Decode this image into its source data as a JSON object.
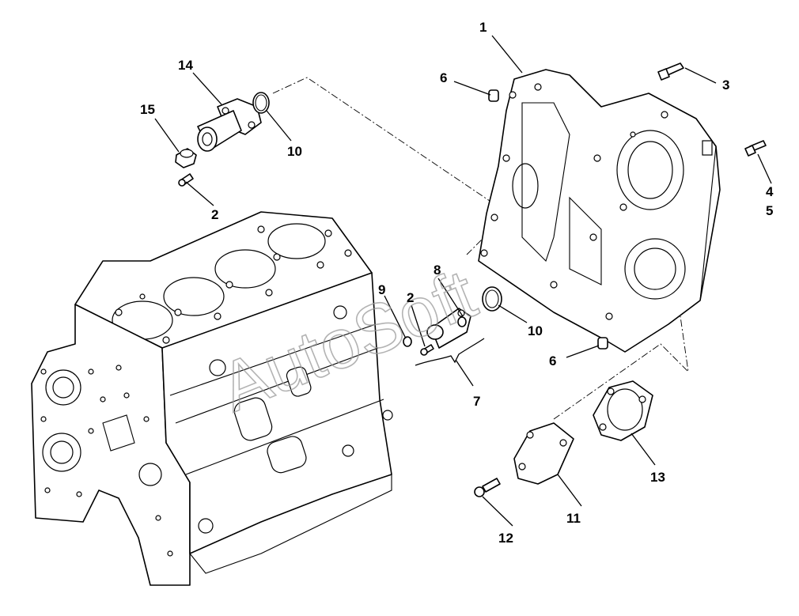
{
  "watermark": "AutoSoft",
  "callouts": [
    {
      "id": "c1",
      "text": "1"
    },
    {
      "id": "c2a",
      "text": "2"
    },
    {
      "id": "c2b",
      "text": "2"
    },
    {
      "id": "c3",
      "text": "3"
    },
    {
      "id": "c4",
      "text": "4"
    },
    {
      "id": "c5",
      "text": "5"
    },
    {
      "id": "c6a",
      "text": "6"
    },
    {
      "id": "c6b",
      "text": "6"
    },
    {
      "id": "c7",
      "text": "7"
    },
    {
      "id": "c8",
      "text": "8"
    },
    {
      "id": "c9",
      "text": "9"
    },
    {
      "id": "c10a",
      "text": "10"
    },
    {
      "id": "c10b",
      "text": "10"
    },
    {
      "id": "c11",
      "text": "11"
    },
    {
      "id": "c12",
      "text": "12"
    },
    {
      "id": "c13",
      "text": "13"
    },
    {
      "id": "c14",
      "text": "14"
    },
    {
      "id": "c15",
      "text": "15"
    }
  ]
}
